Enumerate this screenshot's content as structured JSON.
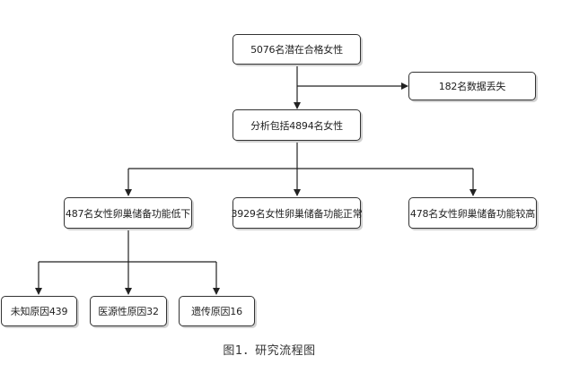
{
  "nodes": {
    "top": "5076名潜在合格女性",
    "lost": "182名数据丢失",
    "analyzed": "分析包括4894名女性",
    "low": "487名女性卵巢储备功能低下",
    "normal": "3929名女性卵巢储备功能正常",
    "high": "478名女性卵巢储备功能较高",
    "unknown": "未知原因439",
    "iatrogenic": "医源性原因32",
    "genetic": "遗传原因16"
  },
  "caption": "图1．研究流程图"
}
